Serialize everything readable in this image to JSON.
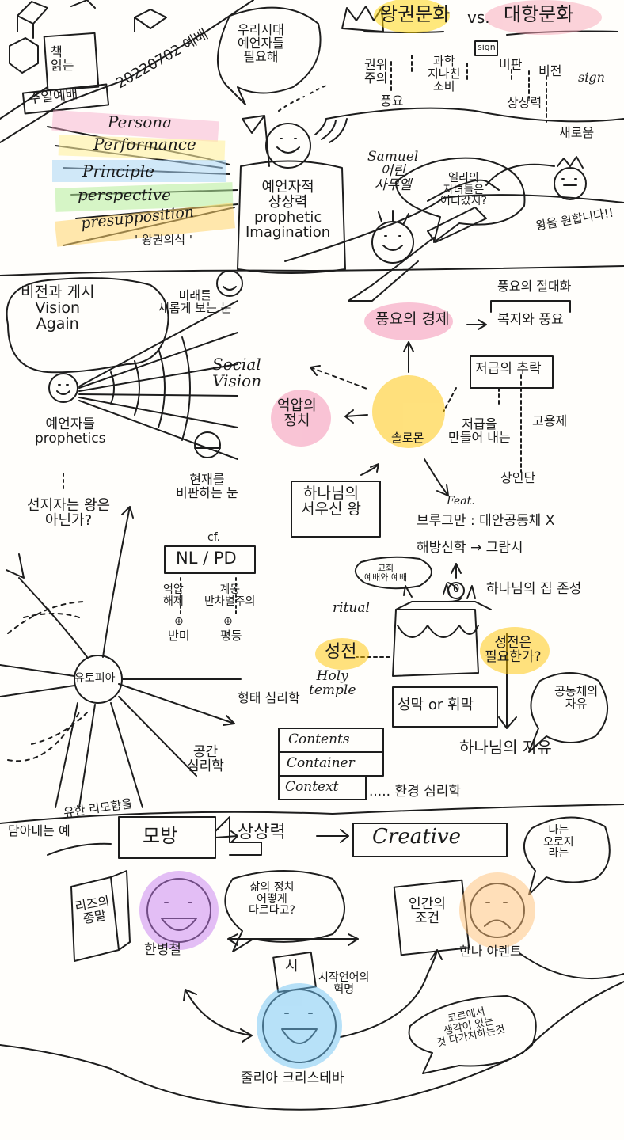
{
  "date": "20220702 예배",
  "sunday_service": "주일예배",
  "book_label": "책\n읽는",
  "bubble_era": "우리시대\n예언자들\n필요해",
  "royal_culture": "왕권문화",
  "vs": "vs.",
  "counter_culture": "대항문화",
  "royal_items": [
    "권위\n주의",
    "풍요",
    "과학\n지나친\n소비"
  ],
  "counter_items": [
    "비판",
    "비전",
    "sign",
    "상상력",
    "새로움"
  ],
  "sign_box": "sign",
  "p_words": [
    "Persona",
    "Performance",
    "Principle",
    "perspective",
    "presupposition"
  ],
  "p_colors": [
    "#f7a8c8",
    "#fff0a0",
    "#a9d5f5",
    "#b4ec9a",
    "#ffd36b"
  ],
  "royal_awareness": "' 왕권의식 '",
  "prophet_imagination": "예언자적\n상상력\nprophetic\nImagination",
  "samuel": "Samuel\n어린\n사무엘",
  "bubble_eli": "엘리의\n자녀들은\n어디갔지?",
  "king_cry": "왕을 원합니다!!",
  "vision_critique": "비전과 게시\nVision\nAgain",
  "future_eye": "미래를\n새롭게 보는 눈",
  "social_vision": "Social\nVision",
  "economy_abundance": "풍요의 경제",
  "absolutize": "풍요의 절대화",
  "welfare": "복지와 풍요",
  "politics_oppression": "억압의\n정치",
  "solomon": "솔로몬",
  "fixed_slave": "저급의 추락",
  "corvee": "저급을\n만들어 내는",
  "forced_labor": "고용제",
  "merchants": "상인단",
  "prophetics": "예언자들\nprophetics",
  "not_prophet": "선지자는 왕은\n아닌가?",
  "present_eye": "현재를\n비판하는 눈",
  "cf": "cf.",
  "nlpd": "NL / PD",
  "oppress": "억압\n해제",
  "plus1": "⊕",
  "pain": "반미",
  "feud": "계몽\n반차별주의",
  "plus2": "⊕",
  "equal": "평등",
  "god_servant": "하나님의\n서우신 왕",
  "feat": "Feat.",
  "brueggemann": "브루그만 : 대안공동체 X",
  "liberation": "해방신학 → 그람시",
  "church_worship": "교회\n예배와 예배",
  "zero": "0",
  "ritual": "ritual",
  "temple": "성전",
  "holy_temple": "Holy\ntemple",
  "god_house": "하나님의 집 존성",
  "temple_q": "성전은\n필요한가?",
  "tabernacle": "성막 or 휘막",
  "freedom_bubble": "공동체의\n자유",
  "god_freedom": "하나님의 자유",
  "utopia": "유토피아",
  "form_psych": "형태 심리학",
  "space_psych": "공간\n심리학",
  "contents": "Contents",
  "container": "Container",
  "context": "Context",
  "env_psych": "..... 환경 심리학",
  "utopia_desire": "유한 리모함을",
  "whole_story": "담아내는 예",
  "imitation": "모방",
  "imagination": "상상력",
  "creative": "Creative",
  "arendt_bubble": "나는\n오로지\n라는",
  "despair": "리즈의\n종말",
  "han": "한병철",
  "human_condition": "인간의\n조건",
  "arendt": "한나 아렌트",
  "bubble_han": "삶의 정치\n어떻게\n다르다고?",
  "poem": "시",
  "poetic_revolution": "시작언어의\n혁명",
  "kristeva": "줄리아 크리스테바",
  "bubble_kristeva": "코르에서\n생각이 있는\n것 다가치하는것"
}
